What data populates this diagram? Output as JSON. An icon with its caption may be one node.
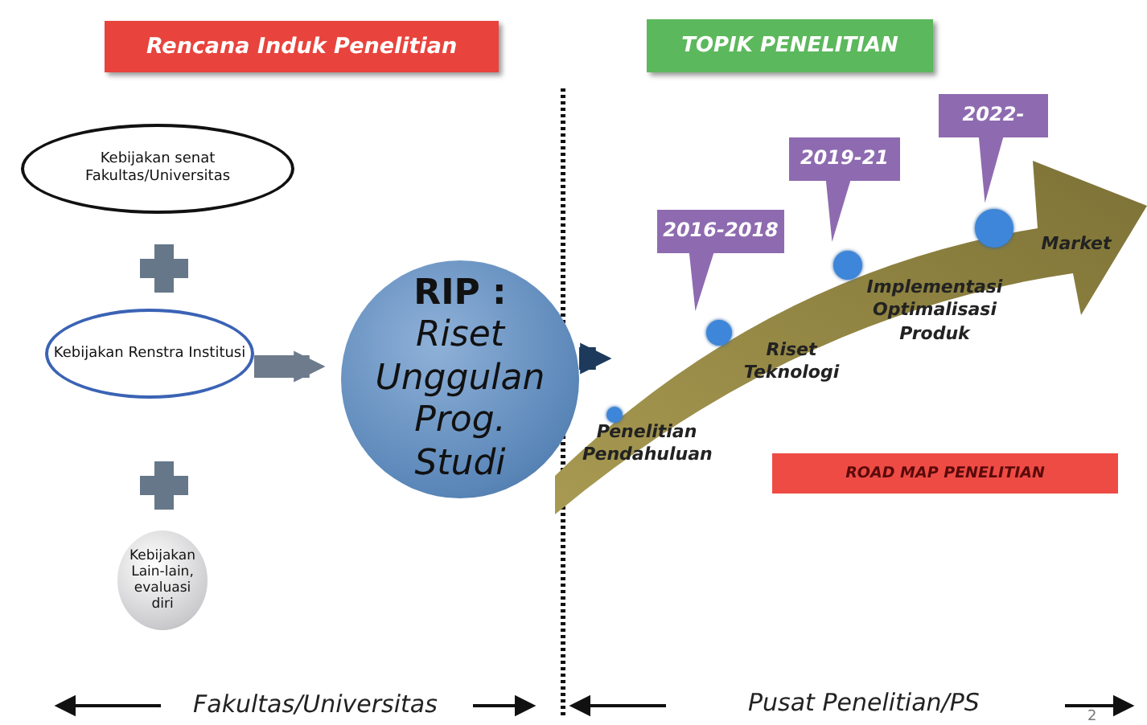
{
  "diagram": {
    "nodes": [
      {
        "text": [
          "Rencana Induk Penelitian"
        ]
      },
      {
        "text": [
          "Kebijakan senat Fakultas/Universitas"
        ]
      },
      {
        "text": [
          "Kebijakan Renstra Institusi"
        ]
      },
      {
        "text": [
          "Kebijakan Lain-lain, evaluasi diri"
        ]
      },
      {
        "text": [
          "RIP :",
          "Riset Unggulan Prog. Studi"
        ]
      },
      {
        "text": [
          "TOPIK PENELITIAN"
        ]
      },
      {
        "text": [
          "2016-2018"
        ]
      },
      {
        "text": [
          "2019-21"
        ]
      },
      {
        "text": [
          "2022-"
        ]
      },
      {
        "text": [],
        "shape": "arrow"
      },
      {
        "text": [],
        "shape": "circle",
        "in": 9,
        "beside": [
          "Penelitian Pendahuluan"
        ]
      },
      {
        "text": [],
        "shape": "circle",
        "in": 9,
        "beside": [
          "Riset Teknologi"
        ]
      },
      {
        "text": [],
        "shape": "circle",
        "in": 9,
        "beside": [
          "Implementasi Optimalisasi Produk"
        ]
      },
      {
        "text": [],
        "shape": "circle",
        "in": 9,
        "beside": [
          "Market"
        ]
      },
      {
        "text": [
          "ROAD MAP PENELITIAN"
        ]
      }
    ],
    "edges": [
      {
        "from": 2,
        "to": 4,
        "arrow": "to"
      },
      {
        "from": 4,
        "to": 9,
        "arrow": "to",
        "color": "#1d3a5c"
      }
    ],
    "labels": [
      "Fakultas/Universitas",
      "Pusat Penelitian/PS",
      "2"
    ]
  }
}
